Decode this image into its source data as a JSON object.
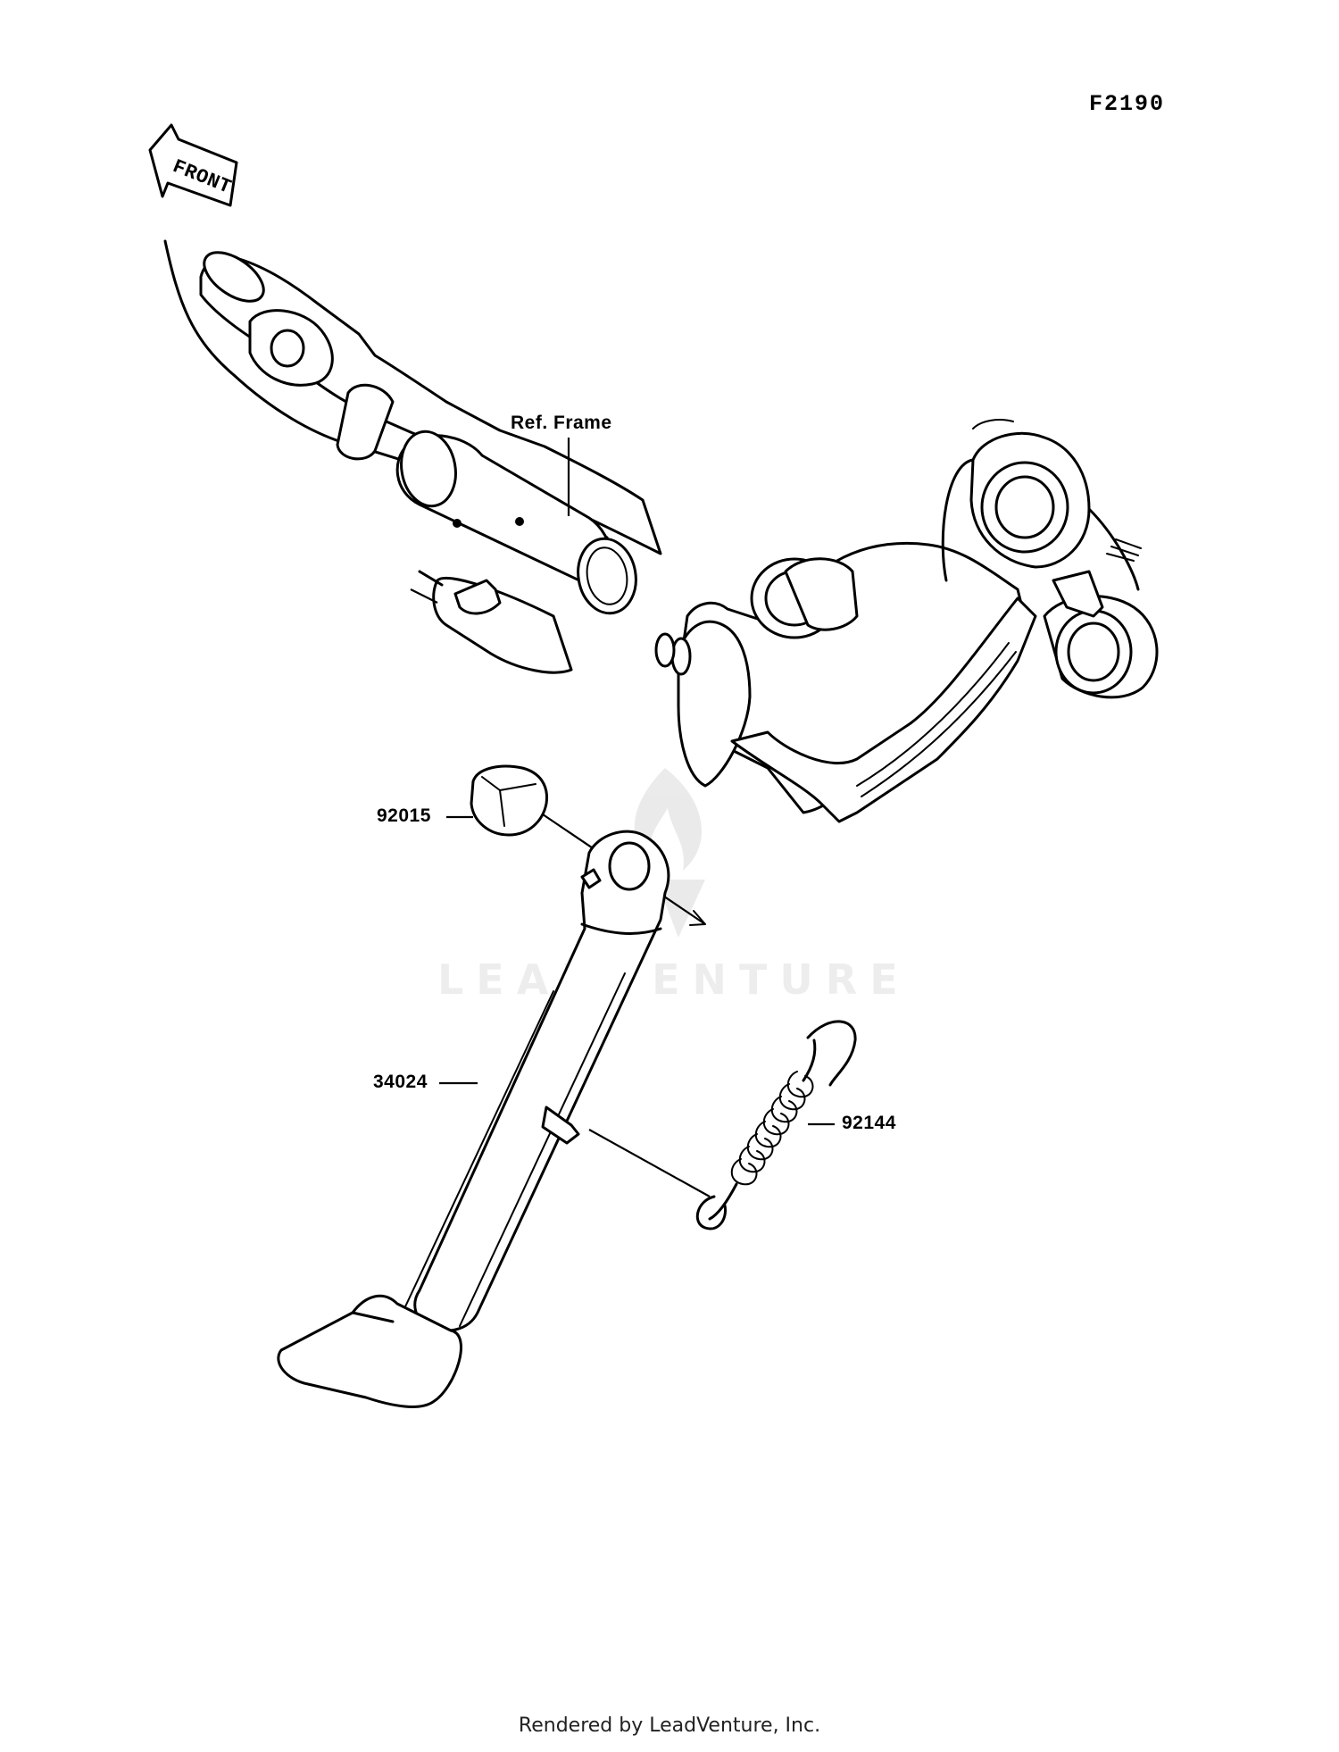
{
  "figure_code": "F2190",
  "front_arrow_label": "FRONT",
  "reference_label": "Ref. Frame",
  "parts": {
    "nut": "92015",
    "side_stand": "34024",
    "spring": "92144"
  },
  "watermark": "LEADVENTURE",
  "footer": "Rendered by LeadVenture, Inc."
}
